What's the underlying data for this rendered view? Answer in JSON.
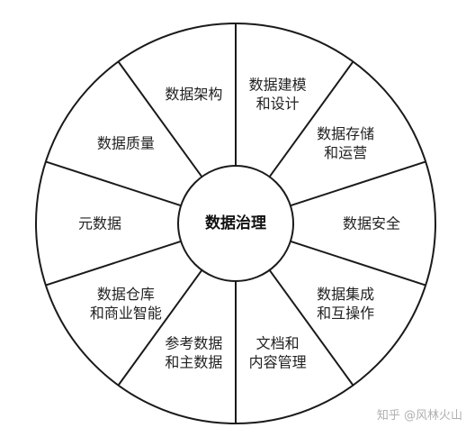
{
  "center": {
    "label": "数据治理"
  },
  "segments": [
    {
      "lines": [
        "数据建模",
        "和设计"
      ]
    },
    {
      "lines": [
        "数据存储",
        "和运营"
      ]
    },
    {
      "lines": [
        "数据安全"
      ]
    },
    {
      "lines": [
        "数据集成",
        "和互操作"
      ]
    },
    {
      "lines": [
        "文档和",
        "内容管理"
      ]
    },
    {
      "lines": [
        "参考数据",
        "和主数据"
      ]
    },
    {
      "lines": [
        "数据仓库",
        "和商业智能"
      ]
    },
    {
      "lines": [
        "元数据"
      ]
    },
    {
      "lines": [
        "数据质量"
      ]
    },
    {
      "lines": [
        "数据架构"
      ]
    }
  ],
  "watermark": "知乎 @风林火山"
}
